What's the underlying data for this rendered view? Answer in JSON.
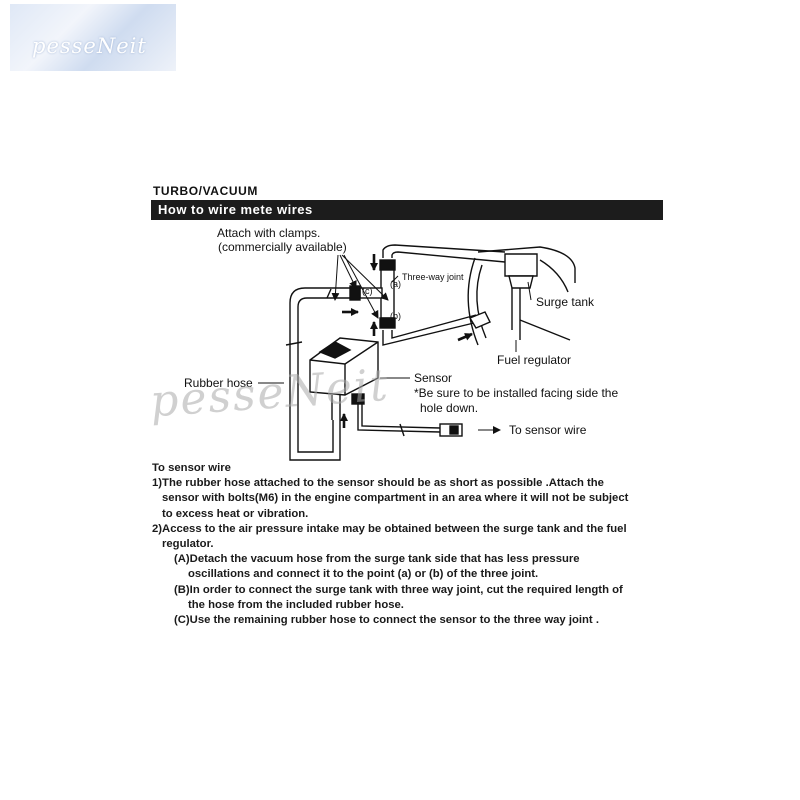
{
  "watermark": "pesseNeit",
  "heading": "TURBO/VACUUM",
  "banner": "How  to  wire mete wires",
  "diagram": {
    "attach_line1": "Attach with clamps.",
    "attach_line2": "(commercially available)",
    "three_way_joint": "Three-way joint",
    "point_a": "(a)",
    "point_b": "(b)",
    "point_c": "(c)",
    "surge_tank": "Surge tank",
    "fuel_regulator": "Fuel regulator",
    "rubber_hose": "Rubber hose",
    "sensor": "Sensor",
    "sensor_note1": "*Be sure to be installed facing side the",
    "sensor_note2": "hole down.",
    "to_sensor_wire": "To sensor wire"
  },
  "notes": [
    "To sensor wire",
    "1)The rubber  hose  attached to the sensor should be as short as possible .Attach the",
    "sensor with bolts(M6) in the engine compartment in an area where it will not be subject",
    "to excess heat or vibration.",
    "2)Access to the air pressure intake may be obtained between the surge tank and the fuel",
    "regulator.",
    "(A)Detach the vacuum hose from the surge tank side that has less pressure",
    "oscillations and connect it to the point (a) or (b) of the three joint.",
    "(B)In order to connect the surge tank with three way joint, cut the required length of",
    "the hose from the included rubber hose.",
    "(C)Use the remaining rubber hose to connect the sensor to the three way joint ."
  ]
}
